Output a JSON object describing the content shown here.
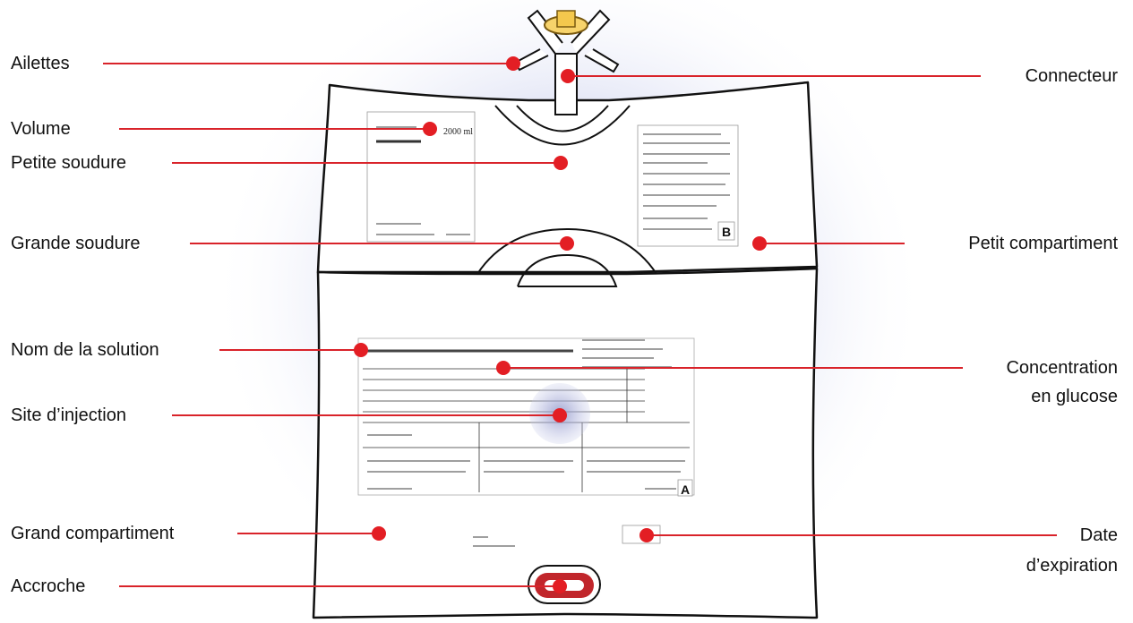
{
  "labels": {
    "ailettes": "Ailettes",
    "volume": "Volume",
    "petite_soudure": "Petite soudure",
    "grande_soudure": "Grande soudure",
    "nom_solution": "Nom de la solution",
    "site_injection": "Site d’injection",
    "grand_compartiment": "Grand compartiment",
    "accroche": "Accroche",
    "connecteur": "Connecteur",
    "petit_compartiment": "Petit compartiment",
    "concentration_line1": "Concentration",
    "concentration_line2": "en glucose",
    "date_line1": "Date",
    "date_line2": "d’expiration"
  },
  "bag_text": {
    "volume_value": "2000 ml",
    "small_label_letter": "B",
    "large_label_letter": "A"
  },
  "colors": {
    "accent": "#e31e24",
    "glow": "#b9bfe6"
  }
}
